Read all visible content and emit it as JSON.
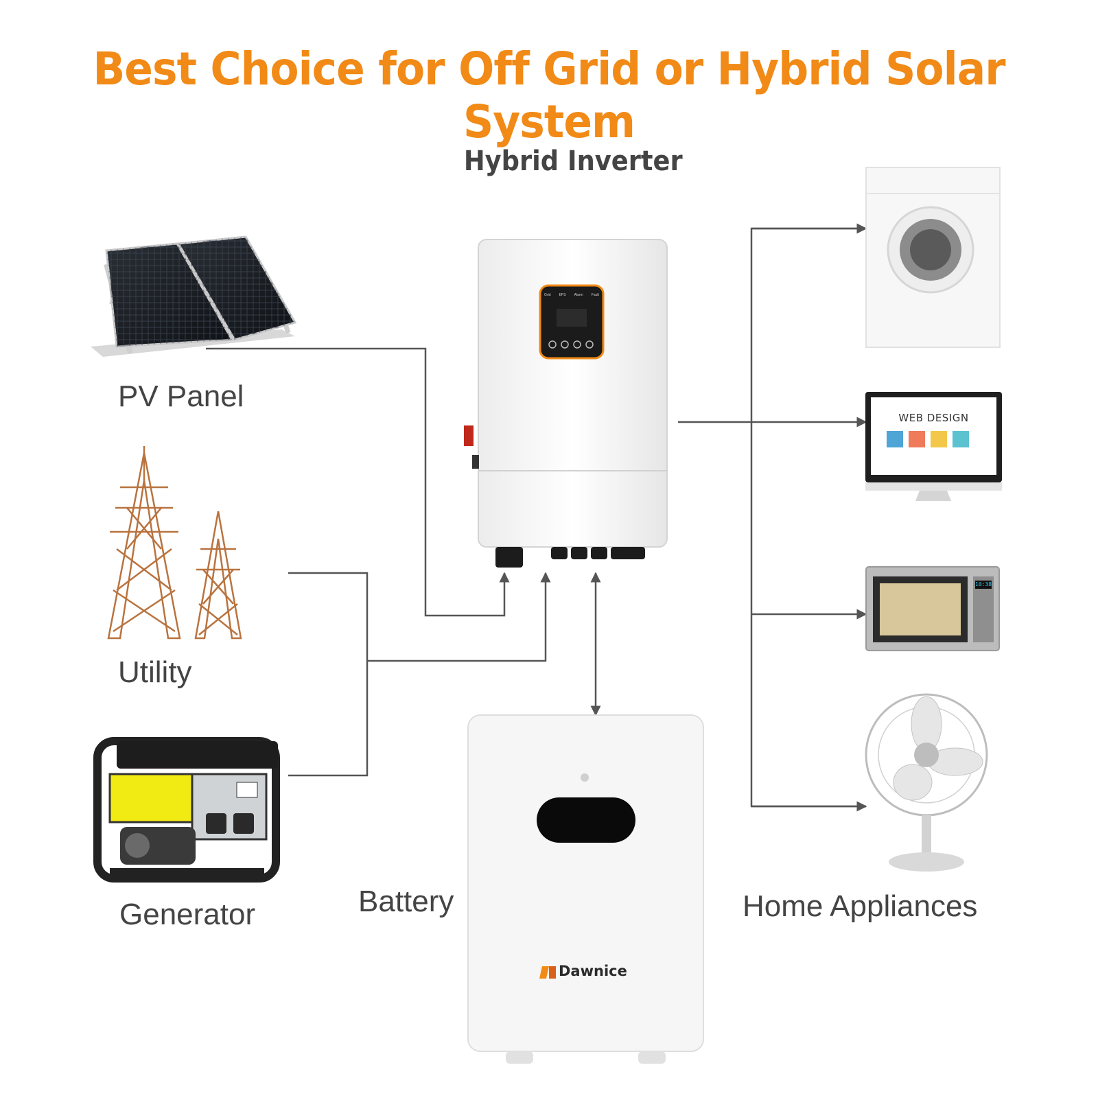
{
  "title": "Best Choice for Off Grid or Hybrid Solar System",
  "inverter": {
    "label": "Hybrid Inverter",
    "display_indicators": [
      "Grid",
      "EPS",
      "Alarm",
      "Fault"
    ]
  },
  "sources": [
    {
      "label": "PV Panel",
      "icon": "solar-panel-icon"
    },
    {
      "label": "Utility",
      "icon": "power-tower-icon"
    },
    {
      "label": "Generator",
      "icon": "generator-icon"
    }
  ],
  "battery": {
    "label": "Battery",
    "brand": "Dawnice"
  },
  "appliances": {
    "label": "Home Appliances",
    "items": [
      {
        "icon": "washing-machine-icon"
      },
      {
        "icon": "monitor-icon",
        "screen_text": "WEB DESIGN"
      },
      {
        "icon": "microwave-icon",
        "display": "10:38"
      },
      {
        "icon": "fan-icon"
      }
    ]
  },
  "colors": {
    "accent": "#f18a16",
    "line": "#555555",
    "text": "#444444"
  }
}
